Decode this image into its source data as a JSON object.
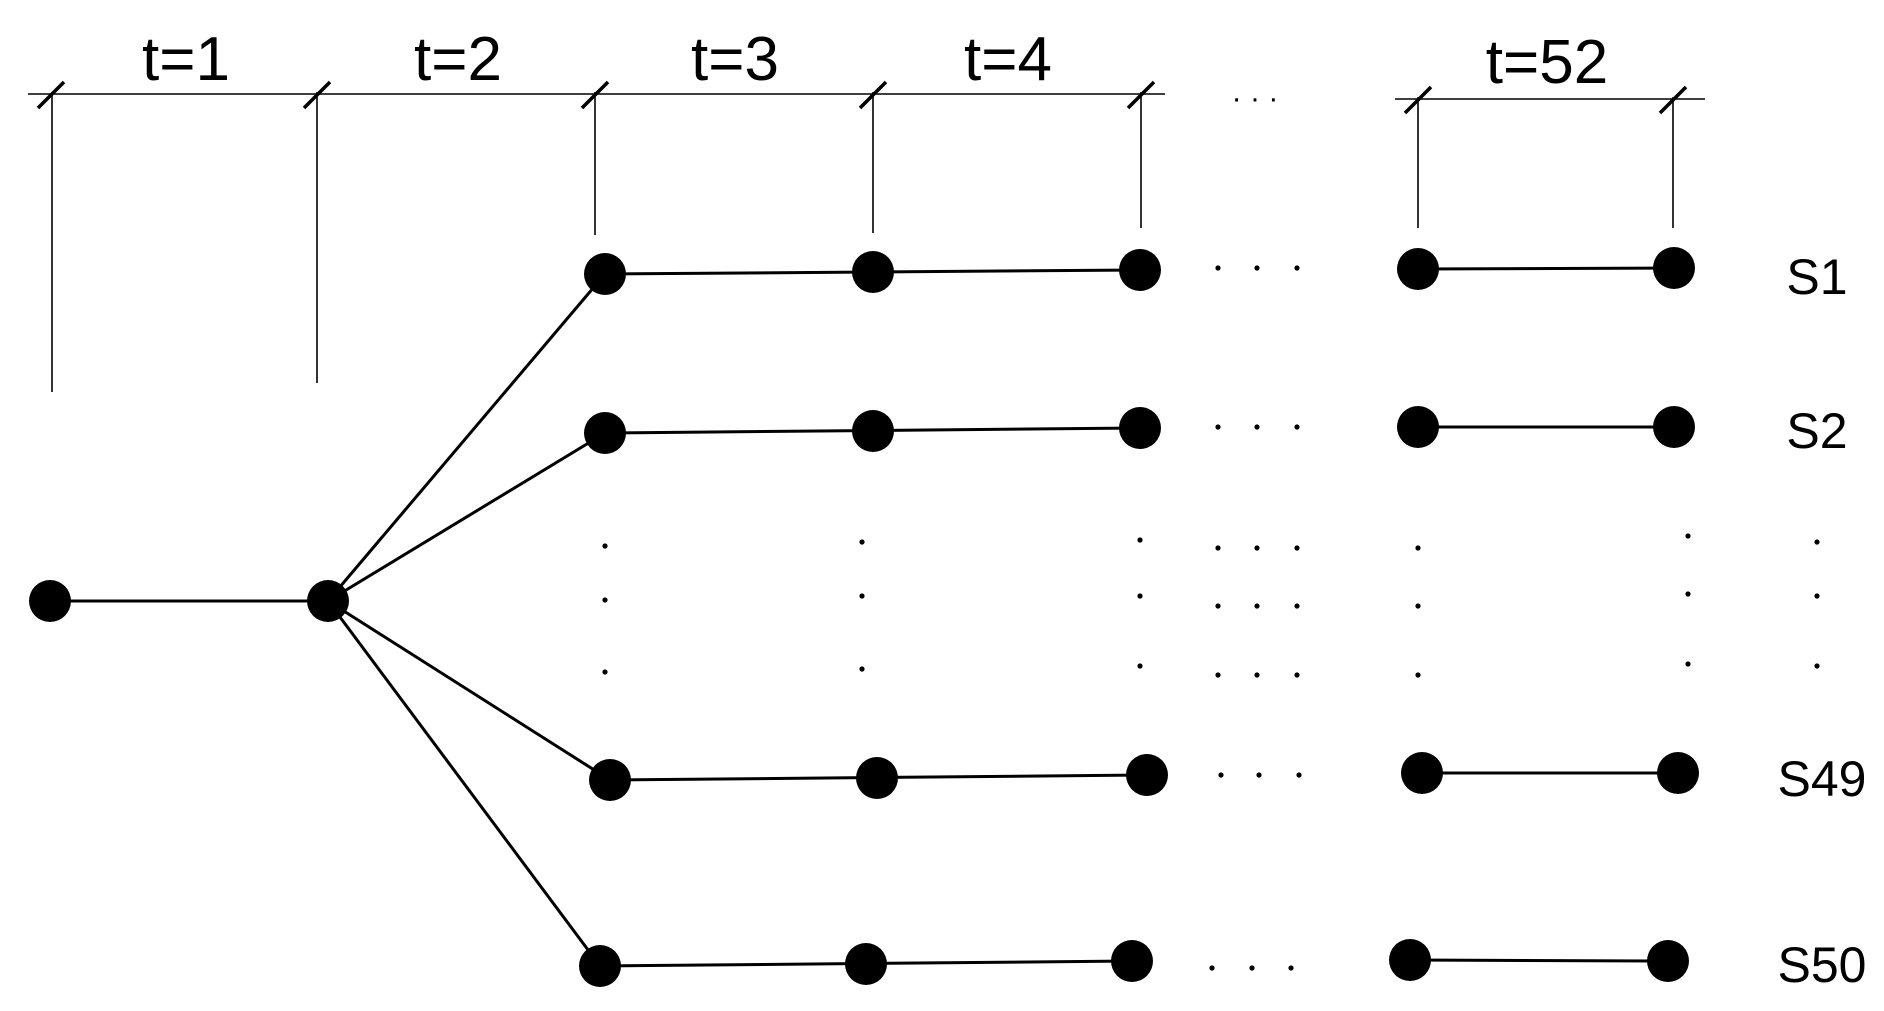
{
  "diagram": {
    "type": "scenario-tree",
    "periods": [
      {
        "id": "t1",
        "label": "t=1"
      },
      {
        "id": "t2",
        "label": "t=2"
      },
      {
        "id": "t3",
        "label": "t=3"
      },
      {
        "id": "t4",
        "label": "t=4"
      },
      {
        "id": "t52",
        "label": "t=52"
      }
    ],
    "scenarios": [
      {
        "id": "s1",
        "label": "S1"
      },
      {
        "id": "s2",
        "label": "S2"
      },
      {
        "id": "s49",
        "label": "S49"
      },
      {
        "id": "s50",
        "label": "S50"
      }
    ],
    "ellipsis": "·  ·  ·"
  }
}
